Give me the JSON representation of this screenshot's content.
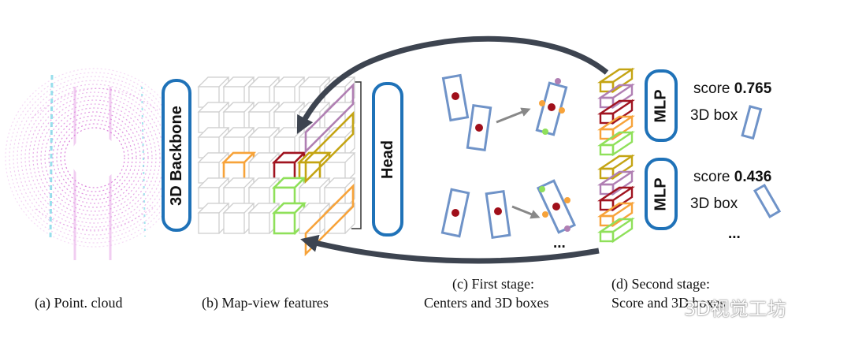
{
  "captions": {
    "a": "(a) Point. cloud",
    "b": "(b) Map-view features",
    "c_line1": "(c) First stage:",
    "c_line2": "Centers and 3D boxes",
    "d_line1": "(d) Second stage:",
    "d_line2": "Score and 3D boxes"
  },
  "modules": {
    "backbone": "3D Backbone",
    "head": "Head",
    "mlp_top": "MLP",
    "mlp_bottom": "MLP"
  },
  "outputs": {
    "top": {
      "score_label": "score",
      "score_value": "0.765",
      "box_label": "3D box"
    },
    "bottom": {
      "score_label": "score",
      "score_value": "0.436",
      "box_label": "3D box"
    },
    "ellipsis": "..."
  },
  "stage_ellipsis": "...",
  "watermark": "3D视觉工坊",
  "colors": {
    "accent_blue": "#1f72b8",
    "box_blue": "#6f93c8",
    "arrow_dark": "#3d4450",
    "point_cloud": "#d66fd6",
    "point_cloud_cyan": "#7fd8e8",
    "center_red": "#a00f1a",
    "feature_orange": "#f7a33a",
    "feature_gold": "#c4a413",
    "feature_green": "#8fe05a",
    "feature_purple": "#b07fb3",
    "feature_red": "#a01420",
    "grid_gray": "#cfcfcf"
  }
}
